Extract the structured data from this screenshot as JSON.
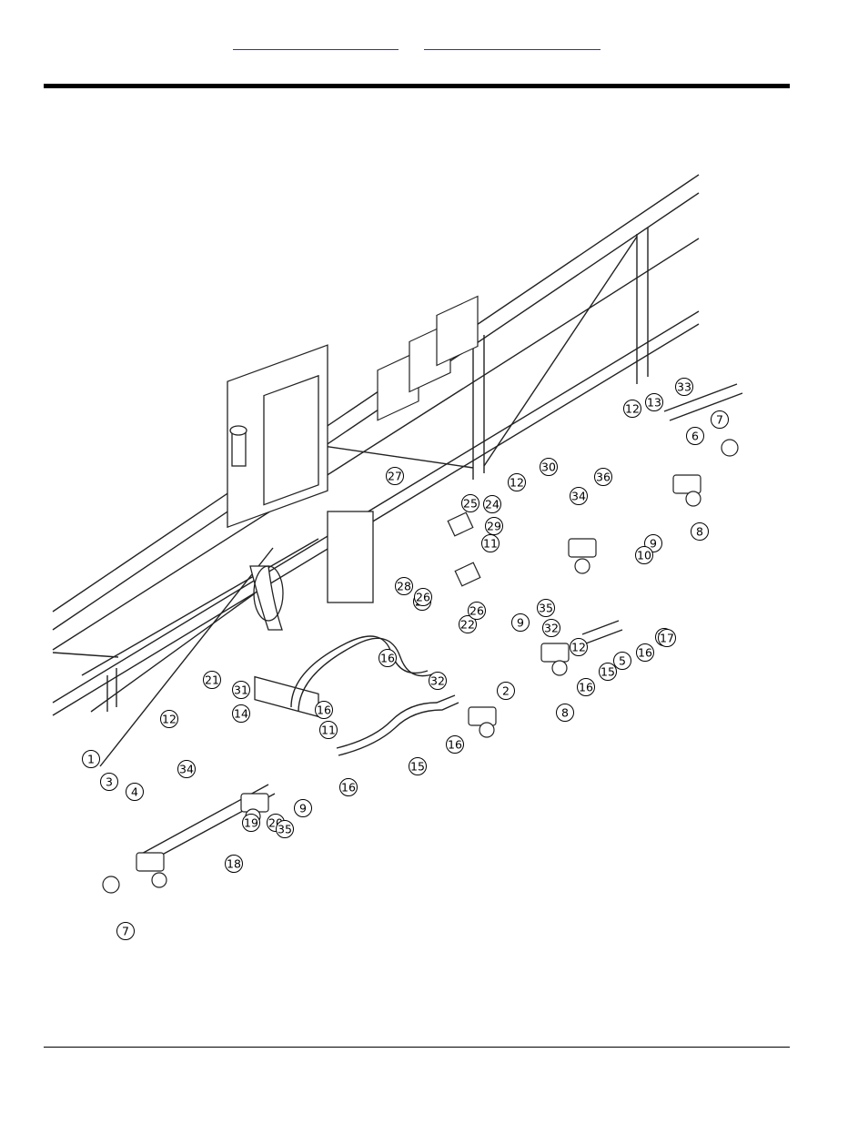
{
  "header": {
    "links": [
      "",
      ""
    ]
  },
  "drawing": {
    "callouts": [
      "1",
      "2",
      "3",
      "4",
      "5",
      "6",
      "7",
      "7",
      "8",
      "8",
      "9",
      "9",
      "9",
      "10",
      "11",
      "11",
      "12",
      "12",
      "12",
      "12",
      "13",
      "14",
      "15",
      "15",
      "16",
      "16",
      "16",
      "16",
      "16",
      "16",
      "17",
      "17",
      "18",
      "19",
      "20",
      "21",
      "22",
      "23",
      "24",
      "25",
      "26",
      "26",
      "27",
      "28",
      "29",
      "30",
      "31",
      "32",
      "32",
      "33",
      "34",
      "34",
      "35",
      "35",
      "36"
    ]
  },
  "colors": {
    "link": "#2a2ad8",
    "rule": "#000000"
  }
}
